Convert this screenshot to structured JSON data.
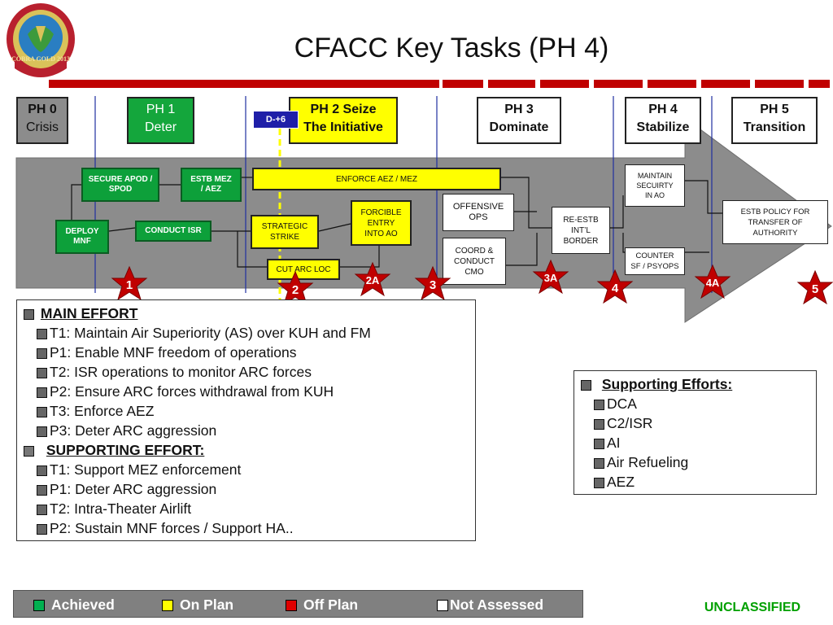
{
  "title": "CFACC Key Tasks (PH 4)",
  "logo": {
    "text": "COBRA GOLD 2013",
    "colors": [
      "#b8202e",
      "#2a7ec2",
      "#d9c25a"
    ]
  },
  "phases": [
    {
      "line1": "PH 0",
      "line2": "Crisis",
      "fill": "#8c8c8c"
    },
    {
      "line1": "PH 1",
      "line2": "Deter",
      "fill": "#14a63c",
      "text": "#ffffff"
    },
    {
      "line1": "PH 2 Seize",
      "line2": "The Initiative",
      "fill": "#ffff00"
    },
    {
      "line1": "PH 3",
      "line2": "Dominate",
      "fill": "#ffffff"
    },
    {
      "line1": "PH 4",
      "line2": "Stabilize",
      "fill": "#ffffff"
    },
    {
      "line1": "PH 5",
      "line2": "Transition",
      "fill": "#ffffff"
    }
  ],
  "dday_label": "D-+6",
  "tasks": {
    "secure": "SECURE APOD / SPOD",
    "estb_mez": "ESTB MEZ / AEZ",
    "enforce": "ENFORCE AEZ / MEZ",
    "deploy": "DEPLOY MNF",
    "conduct_isr": "CONDUCT ISR",
    "strategic": "STRATEGIC STRIKE",
    "forcible": "FORCIBLE ENTRY INTO AO",
    "cut_arc": "CUT ARC LOC",
    "offensive": "OFFENSIVE OPS",
    "coord": "COORD & CONDUCT CMO",
    "re_estb": "RE-ESTB INT’L BORDER",
    "maintain": "MAINTAIN SECUIRTY IN AO",
    "counter": "COUNTER SF / PSYOPS",
    "estb_policy": "ESTB POLICY FOR TRANSFER OF AUTHORITY"
  },
  "milestones": [
    "1",
    "2",
    "2A",
    "3",
    "3A",
    "4",
    "4A",
    "5"
  ],
  "main_panel": {
    "main_effort": "MAIN EFFORT",
    "main_items": [
      "T1: Maintain Air Superiority (AS) over KUH and FM",
      "P1: Enable MNF freedom of operations",
      "T2: ISR operations to monitor ARC forces",
      "P2: Ensure ARC forces withdrawal from KUH",
      "T3: Enforce AEZ",
      "P3: Deter ARC aggression"
    ],
    "supporting_effort": "SUPPORTING EFFORT:",
    "supporting_items": [
      "T1: Support MEZ enforcement",
      "P1: Deter ARC aggression",
      "T2: Intra-Theater Airlift",
      "P2: Sustain MNF forces / Support HA.."
    ]
  },
  "support_panel": {
    "header": "Supporting Efforts:",
    "items": [
      "DCA",
      "C2/ISR",
      "AI",
      "Air Refueling",
      "AEZ"
    ]
  },
  "legend": [
    {
      "label": "Achieved",
      "color": "#00b050"
    },
    {
      "label": "On Plan",
      "color": "#ffff00"
    },
    {
      "label": "Off Plan",
      "color": "#e00000"
    },
    {
      "label": "Not Assessed",
      "color": "#ffffff"
    }
  ],
  "classification": "UNCLASSIFIED",
  "colors": {
    "accent_red": "#c00000",
    "arrow_gray": "#8c8c8c",
    "legend_bg": "#808080",
    "classification": "#00a000"
  }
}
